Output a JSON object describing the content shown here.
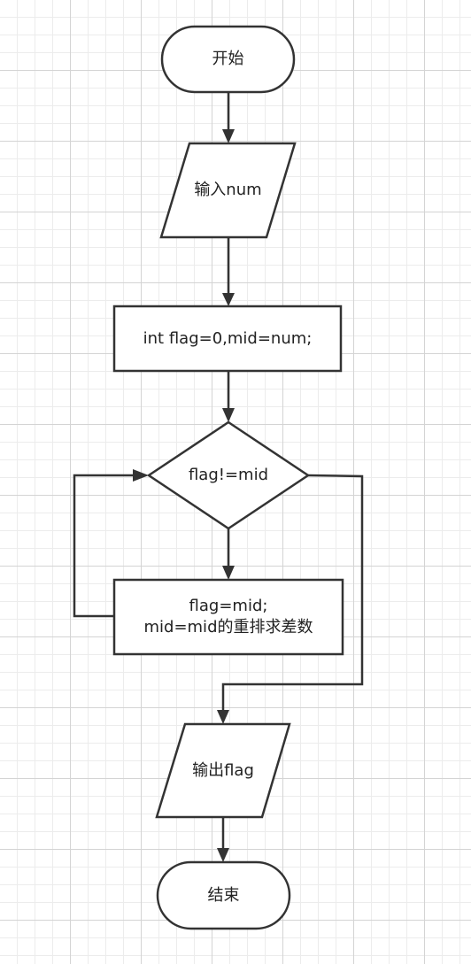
{
  "nodes": {
    "start": "开始",
    "input": "输入num",
    "init": "int flag=0,mid=num;",
    "condition": "flag!=mid",
    "loop_body_line1": "flag=mid;",
    "loop_body_line2": "mid=mid的重排求差数",
    "output": "输出flag",
    "end": "结束"
  }
}
